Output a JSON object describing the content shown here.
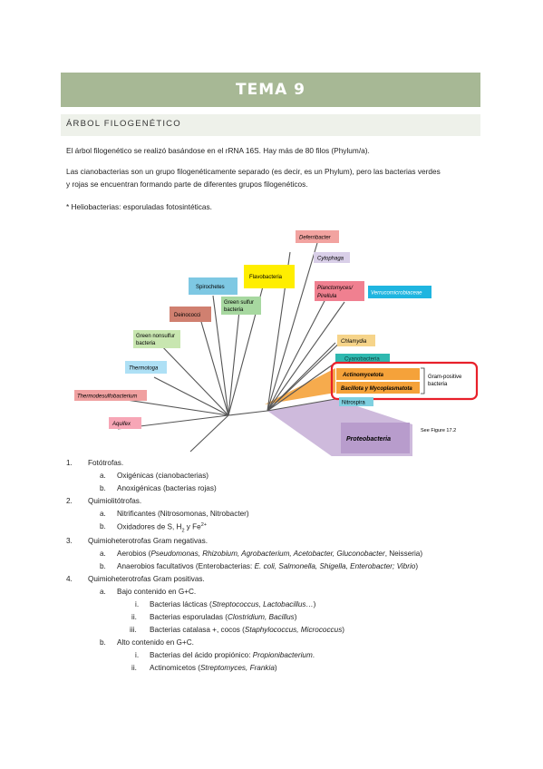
{
  "header": {
    "title": "TEMA 9"
  },
  "section": {
    "title": "ÁRBOL FILOGENÉTICO"
  },
  "paragraphs": {
    "p1": "El árbol filogenético se realizó basándose en el rRNA 16S. Hay más de 80 filos (Phylum/a).",
    "p2_line1": "Las cianobacterias son un grupo filogenéticamente separado (es decir, es un Phylum), pero las bacterias verdes",
    "p2_line2": "y rojas se encuentran formando parte de diferentes grupos filogenéticos.",
    "p3": "* Heliobacterias: esporuladas fotosintéticas."
  },
  "tree": {
    "labels": {
      "deferribacter": "Deferribacter",
      "cytophaga": "Cytophaga",
      "flavobacteria": "Flavobacteria",
      "spirochetes": "Spirochetes",
      "green_sulfur_1": "Green sulfur",
      "green_sulfur_2": "bacteria",
      "planctomyces_1": "Planctomyces/",
      "planctomyces_2": "Pirellula",
      "verrucomicrobiaceae": "Verrucomicrobiaceae",
      "deinococci": "Deinococci",
      "green_nonsulfur_1": "Green nonsulfur",
      "green_nonsulfur_2": "bacteria",
      "chlamydia": "Chlamydia",
      "thermotoga": "Thermotoga",
      "cyanobacteria": "Cyanobacteria",
      "actinomycetota": "Actinomycetota",
      "bacillota": "Bacillota y Mycoplasmatota",
      "gram_positive_1": "Gram-positive",
      "gram_positive_2": "bacteria",
      "thermodesulfobacterium": "Thermodesulfobacterium",
      "nitrospira": "Nitrospira",
      "aquifex": "Aquifex",
      "proteobacteria": "Proteobacteria",
      "see_figure": "See Figure 17.2"
    },
    "colors": {
      "deferribacter": "#f2a3a0",
      "cytophaga": "#d9cfe8",
      "flavobacteria": "#ffee00",
      "spirochetes": "#7ec8e3",
      "green_sulfur": "#a7d8a0",
      "planctomyces": "#f08090",
      "verrucomicrobiaceae": "#1fb5e0",
      "deinococci": "#d08070",
      "green_nonsulfur": "#c8e6b0",
      "chlamydia": "#f6d48a",
      "thermotoga": "#aee0f5",
      "cyanobacteria": "#2fb9b0",
      "gram_positive": "#f5a23a",
      "thermodesulfobacterium": "#f0a0a0",
      "nitrospira": "#7fd0e0",
      "aquifex": "#f7a6b6",
      "proteobacteria": "#c6aed6",
      "highlight": "#e8202a"
    }
  },
  "list": {
    "i1": {
      "num": "1.",
      "text": "Fotótrofas."
    },
    "i1a": {
      "num": "a.",
      "text": "Oxigénicas (cianobacterias)"
    },
    "i1b": {
      "num": "b.",
      "text": "Anoxigénicas (bacterias rojas)"
    },
    "i2": {
      "num": "2.",
      "text": "Quimiolitótrofas."
    },
    "i2a": {
      "num": "a.",
      "text": "Nitrificantes (Nitrosomonas, Nitrobacter)"
    },
    "i2b": {
      "num": "b.",
      "text_pre": "Oxidadores de S, H",
      "sub": "2",
      "text_mid": " y Fe",
      "sup": "2+"
    },
    "i3": {
      "num": "3.",
      "text": "Quimioheterotrofas Gram negativas."
    },
    "i3a": {
      "num": "a.",
      "pre": "Aerobios (",
      "ital": "Pseudomonas, Rhizobium, Agrobacterium, Acetobacter, Gluconobacter",
      "post": ", Neisseria)"
    },
    "i3b": {
      "num": "b.",
      "pre": "Anaerobios facultativos (Enterobacterias: ",
      "ital": "E. coli, Salmonella, Shigella, Enterobacter; Vibrio",
      "post": ")"
    },
    "i4": {
      "num": "4.",
      "text": "Quimioheterotrofas Gram positivas."
    },
    "i4a": {
      "num": "a.",
      "text": "Bajo contenido en G+C."
    },
    "i4ai": {
      "num": "i.",
      "pre": "Bacterias lácticas (",
      "ital": "Streptococcus, Lactobacillus…",
      "post": ")"
    },
    "i4aii": {
      "num": "ii.",
      "pre": "Bacterias esporuladas (",
      "ital": "Clostridium, Bacillus",
      "post": ")"
    },
    "i4aiii": {
      "num": "iii.",
      "pre": "Bacterias catalasa +, cocos (",
      "ital": "Staphylococcus, Micrococcus",
      "post": ")"
    },
    "i4b": {
      "num": "b.",
      "text": "Alto contenido en G+C."
    },
    "i4bi": {
      "num": "i.",
      "pre": "Bacterias del ácido propiónico: ",
      "ital": "Propionibacterium",
      "post": "."
    },
    "i4bii": {
      "num": "ii.",
      "pre": "Actinomicetos (",
      "ital": "Streptomyces, Frankia",
      "post": ")"
    }
  }
}
